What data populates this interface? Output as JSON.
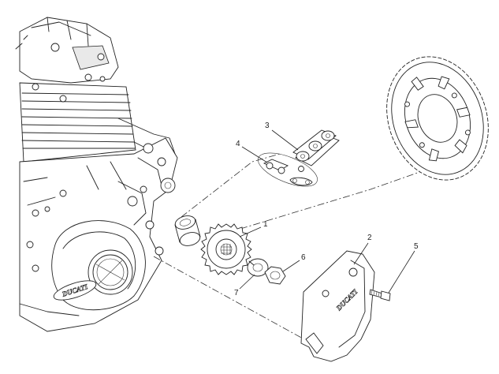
{
  "callouts": {
    "c1": "1",
    "c2": "2",
    "c3": "3",
    "c4": "4",
    "c5": "5",
    "c6": "6",
    "c7": "7"
  },
  "logos": {
    "engine_cover": "DUCATI",
    "sprocket_cover": "DUCATI"
  },
  "colors": {
    "line": "#222222",
    "background": "#ffffff"
  }
}
